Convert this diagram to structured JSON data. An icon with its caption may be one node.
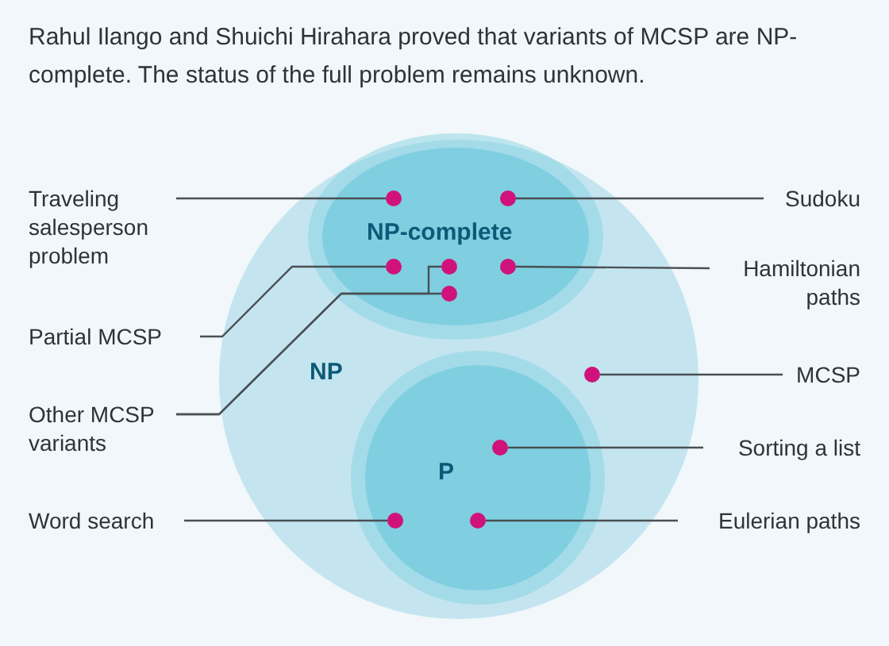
{
  "diagram": {
    "title": "Rahul Ilango and Shuichi Hirahara proved that variants of MCSP are NP-complete. The status of the full problem remains unknown.",
    "nodes": [
      {
        "text": [
          "NP"
        ]
      },
      {
        "text": [
          "NP-complete"
        ],
        "in": 0
      },
      {
        "text": [
          "P"
        ],
        "in": 0
      },
      {
        "text": [
          "Traveling salesperson problem"
        ]
      },
      {
        "text": [
          "Sudoku"
        ]
      },
      {
        "text": [
          "Hamiltonian paths"
        ]
      },
      {
        "text": [
          "Partial MCSP"
        ]
      },
      {
        "text": [
          "Other MCSP variants"
        ]
      },
      {
        "text": [
          "MCSP"
        ]
      },
      {
        "text": [
          "Sorting a list"
        ]
      },
      {
        "text": [
          "Word search"
        ]
      },
      {
        "text": [
          "Eulerian paths"
        ]
      },
      {
        "text": [],
        "shape": "circle",
        "in": 1
      },
      {
        "text": [],
        "shape": "circle",
        "in": 1
      },
      {
        "text": [],
        "shape": "circle",
        "in": 1
      },
      {
        "text": [],
        "shape": "circle",
        "in": 1
      },
      {
        "text": [],
        "shape": "circle",
        "in": 1
      },
      {
        "text": [],
        "shape": "circle",
        "in": 1
      },
      {
        "text": [],
        "shape": "circle",
        "in": 0
      },
      {
        "text": [],
        "shape": "circle",
        "in": 2
      },
      {
        "text": [],
        "shape": "circle",
        "in": 2
      },
      {
        "text": [],
        "shape": "circle",
        "in": 2
      }
    ],
    "edges": [
      {
        "from": 3,
        "to": 12,
        "arrow": "none"
      },
      {
        "from": 4,
        "to": 13,
        "arrow": "none"
      },
      {
        "from": 6,
        "to": 14,
        "arrow": "none"
      },
      {
        "from": 7,
        "to": 15,
        "arrow": "none"
      },
      {
        "from": 5,
        "to": 16,
        "arrow": "none"
      },
      {
        "from": 7,
        "to": 17,
        "arrow": "none"
      },
      {
        "from": 8,
        "to": 18,
        "arrow": "none"
      },
      {
        "from": 9,
        "to": 19,
        "arrow": "none"
      },
      {
        "from": 10,
        "to": 20,
        "arrow": "none"
      },
      {
        "from": 11,
        "to": 21,
        "arrow": "none"
      }
    ]
  }
}
